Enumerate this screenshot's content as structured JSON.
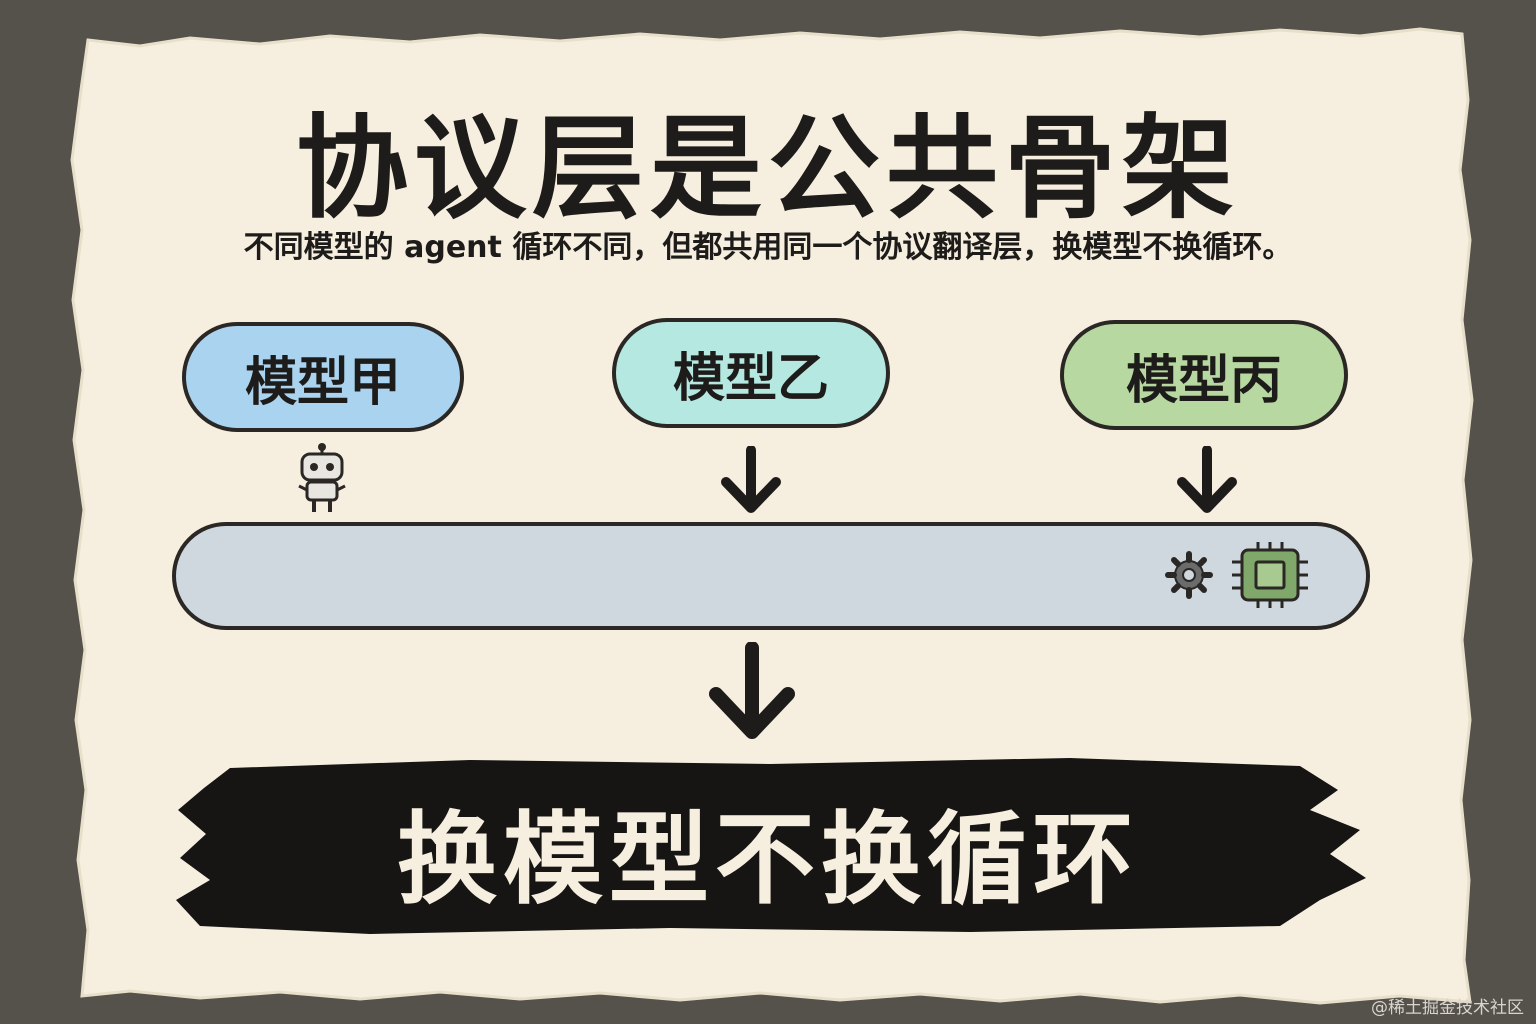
{
  "title": "协议层是公共骨架",
  "subtitle": "不同模型的 agent 循环不同，但都共用同一个协议翻译层，换模型不换循环。",
  "models": [
    {
      "label": "模型甲",
      "color": "#a9d3ef"
    },
    {
      "label": "模型乙",
      "color": "#b4e8e0"
    },
    {
      "label": "模型丙",
      "color": "#b7d8a0"
    }
  ],
  "conclusion": "换模型不换循环",
  "watermark": "@稀土掘金技术社区",
  "icons": [
    "robot-icon",
    "down-arrow-icon",
    "gear-icon",
    "chip-icon"
  ],
  "colors": {
    "paper": "#f6efdf",
    "background": "#55514b",
    "ink": "#1e1c1a",
    "bar": "#cfd8de"
  }
}
